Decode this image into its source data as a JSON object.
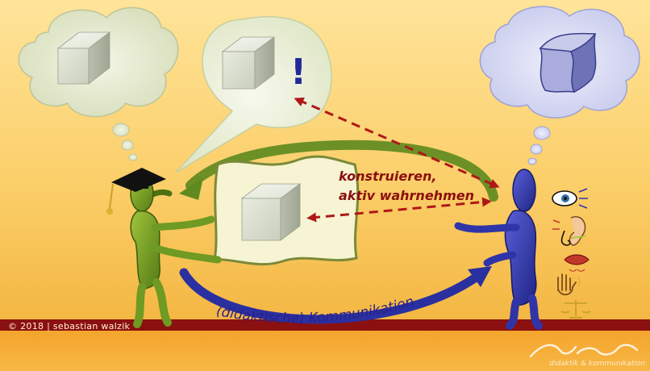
{
  "diagram": {
    "label_construct_line1": "konstruieren,",
    "label_construct_line2": "aktiv wahrnehmen",
    "label_communication": "(didaktische) Kommunikation",
    "exclamation": "!"
  },
  "footer": {
    "copyright": "© 2018 | sebastian walzik",
    "logo_subtitle": "didaktik & kommunikation"
  },
  "colors": {
    "bg_top": "#fdd77a",
    "bg_bottom": "#f5a623",
    "footer_bar": "#8b1010",
    "figure_left": "#6f9a23",
    "figure_right": "#2f35a8",
    "arrow_green": "#5f8a1f",
    "arrow_blue": "#2a30a0",
    "dashed_arrow": "#b01818",
    "label_red": "#8b0f0f"
  }
}
